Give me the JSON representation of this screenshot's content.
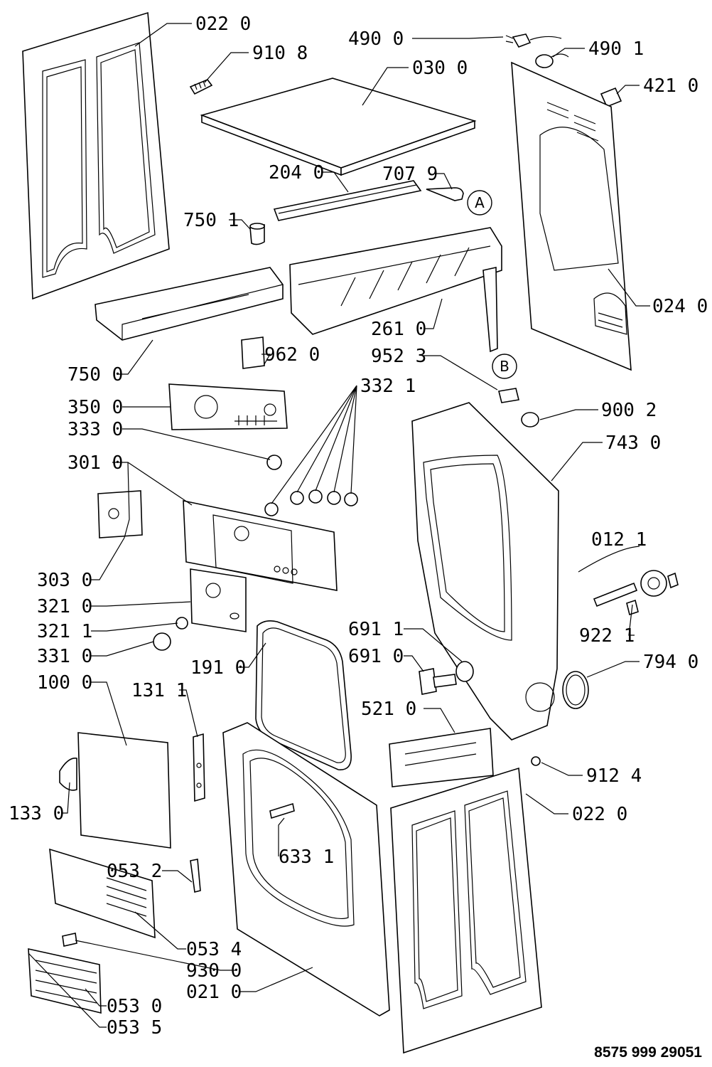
{
  "diagram": {
    "parts": [
      {
        "id": "p0220a",
        "label": "022 0"
      },
      {
        "id": "p9108",
        "label": "910 8"
      },
      {
        "id": "p4900",
        "label": "490 0"
      },
      {
        "id": "p4901",
        "label": "490 1"
      },
      {
        "id": "p0300",
        "label": "030 0"
      },
      {
        "id": "p4210",
        "label": "421 0"
      },
      {
        "id": "p2040",
        "label": "204 0"
      },
      {
        "id": "p7079",
        "label": "707 9"
      },
      {
        "id": "p7501",
        "label": "750 1"
      },
      {
        "id": "p0240",
        "label": "024 0"
      },
      {
        "id": "p2610",
        "label": "261 0"
      },
      {
        "id": "p7500",
        "label": "750 0"
      },
      {
        "id": "p9523",
        "label": "952 3"
      },
      {
        "id": "p9620",
        "label": "962 0"
      },
      {
        "id": "p3321",
        "label": "332 1"
      },
      {
        "id": "p3500",
        "label": "350 0"
      },
      {
        "id": "p9002",
        "label": "900 2"
      },
      {
        "id": "p3330",
        "label": "333 0"
      },
      {
        "id": "p7430",
        "label": "743 0"
      },
      {
        "id": "p3010",
        "label": "301 0"
      },
      {
        "id": "p0121",
        "label": "012 1"
      },
      {
        "id": "p3030",
        "label": "303 0"
      },
      {
        "id": "p3210",
        "label": "321 0"
      },
      {
        "id": "p9221",
        "label": "922 1"
      },
      {
        "id": "p3211",
        "label": "321 1"
      },
      {
        "id": "p6911",
        "label": "691 1"
      },
      {
        "id": "p3310",
        "label": "331 0"
      },
      {
        "id": "p1910",
        "label": "191 0"
      },
      {
        "id": "p6910",
        "label": "691 0"
      },
      {
        "id": "p7940",
        "label": "794 0"
      },
      {
        "id": "p1000",
        "label": "100 0"
      },
      {
        "id": "p1311",
        "label": "131 1"
      },
      {
        "id": "p5210",
        "label": "521 0"
      },
      {
        "id": "p9124",
        "label": "912 4"
      },
      {
        "id": "p1330",
        "label": "133 0"
      },
      {
        "id": "p0220b",
        "label": "022 0"
      },
      {
        "id": "p6331",
        "label": "633 1"
      },
      {
        "id": "p0532",
        "label": "053 2"
      },
      {
        "id": "p0534",
        "label": "053 4"
      },
      {
        "id": "p9300",
        "label": "930 0"
      },
      {
        "id": "p0210",
        "label": "021 0"
      },
      {
        "id": "p0530",
        "label": "053 0"
      },
      {
        "id": "p0535",
        "label": "053 5"
      }
    ],
    "references": {
      "a": "A",
      "b": "B"
    },
    "document_number": "8575 999 29051"
  }
}
